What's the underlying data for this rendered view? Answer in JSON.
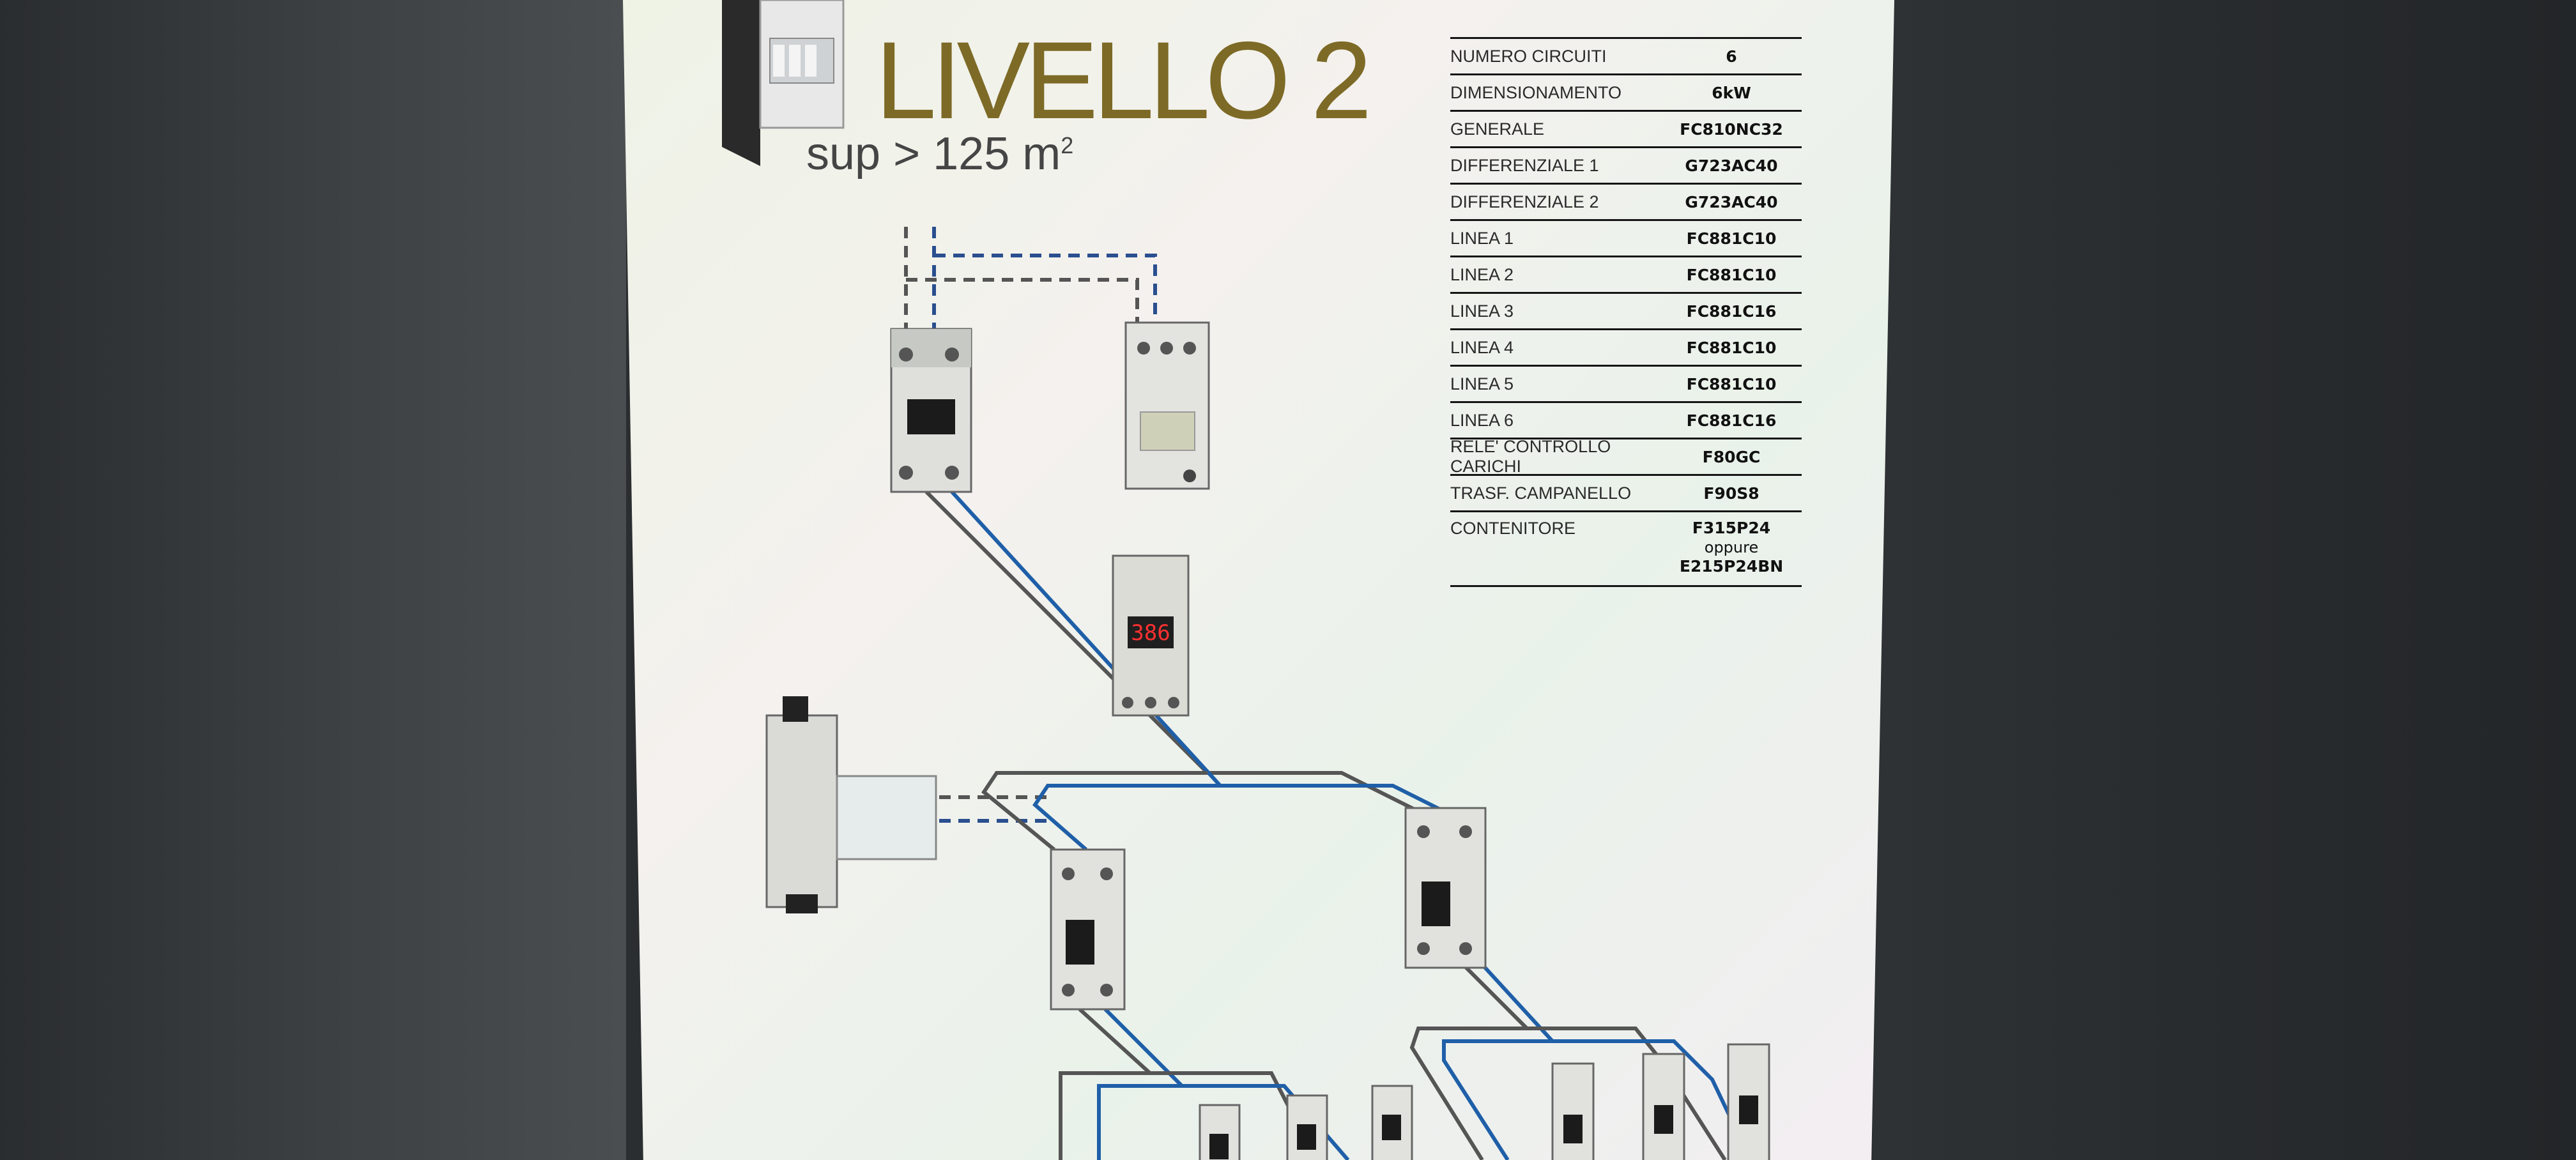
{
  "header": {
    "title": "LIVELLO 2",
    "subtitle_prefix": "sup > 125 m",
    "subtitle_exp": "2"
  },
  "spec_table": {
    "rows": [
      {
        "label": "NUMERO CIRCUITI",
        "value": "6"
      },
      {
        "label": "DIMENSIONAMENTO",
        "value": "6kW"
      },
      {
        "label": "GENERALE",
        "value": "FC810NC32"
      },
      {
        "label": "DIFFERENZIALE 1",
        "value": "G723AC40"
      },
      {
        "label": "DIFFERENZIALE 2",
        "value": "G723AC40"
      },
      {
        "label": "LINEA 1",
        "value": "FC881C10"
      },
      {
        "label": "LINEA 2",
        "value": "FC881C10"
      },
      {
        "label": "LINEA 3",
        "value": "FC881C16"
      },
      {
        "label": "LINEA 4",
        "value": "FC881C10"
      },
      {
        "label": "LINEA 5",
        "value": "FC881C10"
      },
      {
        "label": "LINEA 6",
        "value": "FC881C16"
      },
      {
        "label": "RELE' CONTROLLO CARICHI",
        "value": "F80GC"
      },
      {
        "label": "TRASF. CAMPANELLO",
        "value": "F90S8"
      }
    ],
    "container": {
      "label": "CONTENITORE",
      "value": "F315P24",
      "alt_word": "oppure",
      "alt_value": "E215P24BN"
    }
  },
  "display_reading": "386",
  "colors": {
    "title": "#7d6a26",
    "wire_blue": "#1f5fa8",
    "wire_gray": "#555555",
    "dashed_wire": "#2a4f8f"
  }
}
